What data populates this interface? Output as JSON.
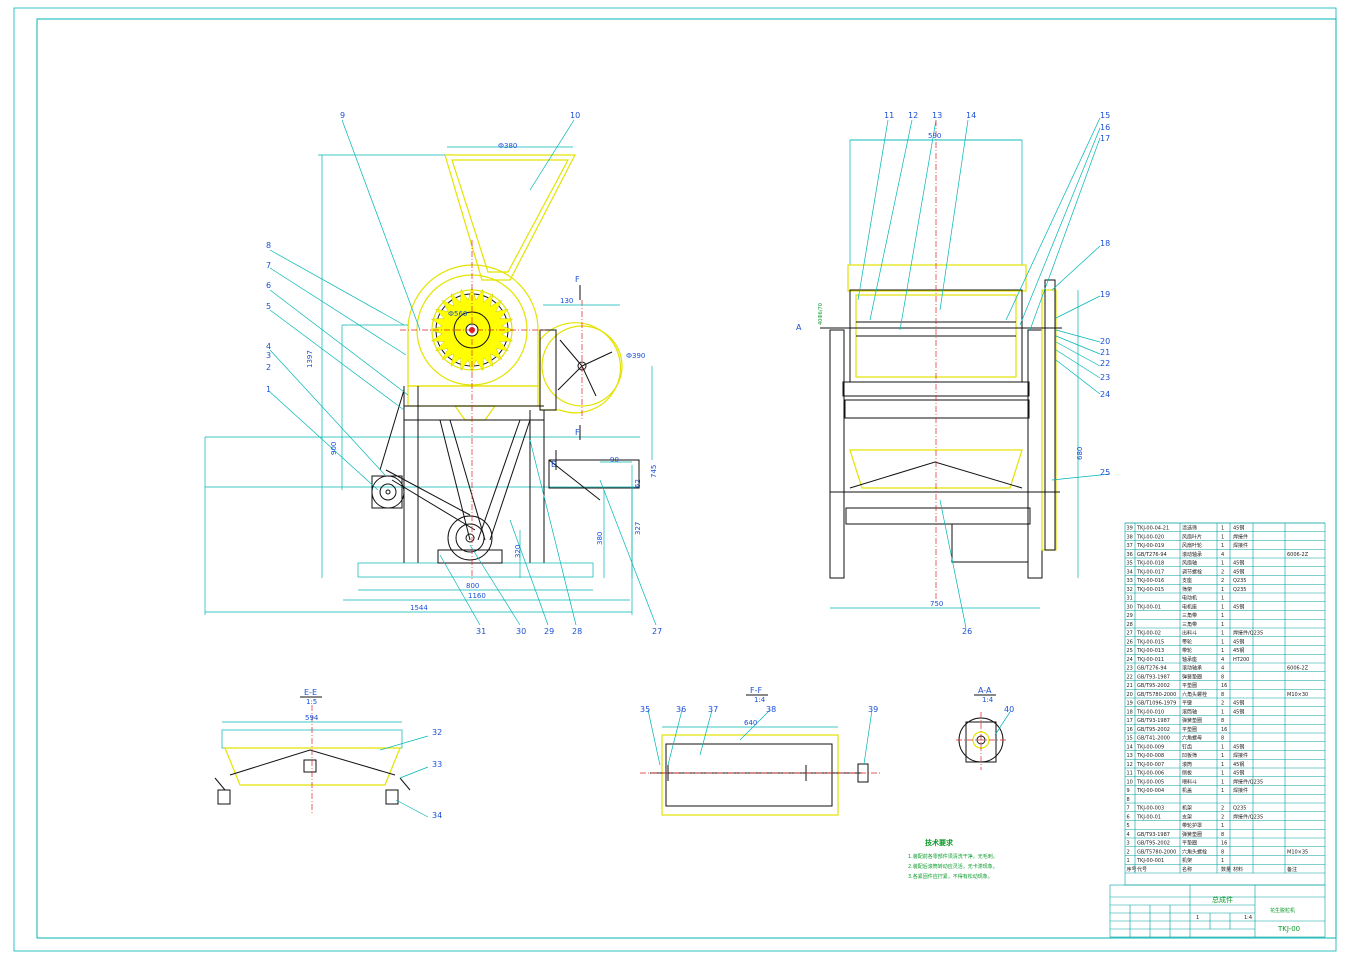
{
  "parts": {
    "main_left": [
      "1",
      "2",
      "3",
      "4",
      "5",
      "6",
      "7",
      "8",
      "9",
      "10"
    ],
    "main_bottom": [
      "31",
      "30",
      "29",
      "28",
      "27"
    ],
    "side_top": [
      "11",
      "12",
      "13",
      "14",
      "15",
      "16",
      "17"
    ],
    "side_right": [
      "18",
      "19",
      "20",
      "21",
      "22",
      "23",
      "24",
      "25"
    ],
    "side_bottom": "26",
    "section_e": [
      "32",
      "33",
      "34"
    ],
    "section_f": [
      "35",
      "36",
      "37",
      "38",
      "39"
    ],
    "section_a": "40"
  },
  "views": {
    "section_e_title": "E-E",
    "section_e_scale": "1:5",
    "section_f_title": "F-F",
    "section_f_scale": "1:4",
    "section_a_title": "A-A",
    "section_a_scale": "1:4",
    "arrow_a": "A",
    "arrow_f_top": "F",
    "arrow_f_bottom": "F",
    "arrow_e": "E"
  },
  "dims": {
    "hopper_width": "Ф380",
    "drum_dia": "Ф560",
    "fan_width": "130",
    "fan_dia": "Ф390",
    "overall_height": "1397",
    "side_height": "900",
    "base_width": "800",
    "base_mid": "1160",
    "base_total": "1544",
    "sieve_h": "90",
    "right_h1": "745",
    "right_h2": "380",
    "right_h3": "327",
    "right_h4": "62",
    "motor_h": "320",
    "side_top_w": "590",
    "side_bottom_w": "750",
    "side_right_h": "680",
    "side_left_note": "40Ф6/70",
    "section_e_w": "594",
    "section_f_w": "640"
  },
  "tech_requirements": {
    "title": "技术要求",
    "lines": [
      "1.装配前各零部件须清洗干净，无毛刺。",
      "2.装配后滚筒转动应灵活，无卡滞现象。",
      "3.各紧固件应拧紧，不得有松动现象。"
    ]
  },
  "bom": {
    "rows": [
      [
        "39",
        "TKJ-00-04-21",
        "清选筛",
        "1",
        "45钢",
        ""
      ],
      [
        "38",
        "TKJ-00-020",
        "风扇叶片",
        "1",
        "焊接件",
        ""
      ],
      [
        "37",
        "TKJ-00-019",
        "风扇叶轮",
        "1",
        "焊接件",
        ""
      ],
      [
        "36",
        "GB/T276-94",
        "滚动轴承",
        "4",
        "",
        "6006-2Z"
      ],
      [
        "35",
        "TKJ-00-018",
        "风扇轴",
        "1",
        "45钢",
        ""
      ],
      [
        "34",
        "TKJ-00-017",
        "调节螺栓",
        "2",
        "45钢",
        ""
      ],
      [
        "33",
        "TKJ-00-016",
        "支座",
        "2",
        "Q235",
        ""
      ],
      [
        "32",
        "TKJ-00-015",
        "筛架",
        "1",
        "Q235",
        ""
      ],
      [
        "31",
        "",
        "电动机",
        "1",
        "",
        ""
      ],
      [
        "30",
        "TKJ-00-01",
        "电机座",
        "1",
        "45钢",
        ""
      ],
      [
        "29",
        "",
        "三角带",
        "1",
        "",
        ""
      ],
      [
        "28",
        "",
        "三角带",
        "1",
        "",
        ""
      ],
      [
        "27",
        "TKJ-00-02",
        "出料斗",
        "1",
        "焊接件/Q235",
        ""
      ],
      [
        "26",
        "TKJ-00-015",
        "带轮",
        "1",
        "45钢",
        ""
      ],
      [
        "25",
        "TKJ-00-013",
        "带轮",
        "1",
        "45钢",
        ""
      ],
      [
        "24",
        "TKJ-00-011",
        "轴承座",
        "4",
        "HT200",
        ""
      ],
      [
        "23",
        "GB/T276-94",
        "滚动轴承",
        "4",
        "",
        "6006-2Z"
      ],
      [
        "22",
        "GB/T93-1987",
        "弹簧垫圈",
        "8",
        "",
        ""
      ],
      [
        "21",
        "GB/T95-2002",
        "平垫圈",
        "16",
        "",
        ""
      ],
      [
        "20",
        "GB/T5780-2000",
        "六角头螺栓",
        "8",
        "",
        "M10×30"
      ],
      [
        "19",
        "GB/T1096-1979",
        "平键",
        "2",
        "45钢",
        ""
      ],
      [
        "18",
        "TKJ-00-010",
        "滚筒轴",
        "1",
        "45钢",
        ""
      ],
      [
        "17",
        "GB/T93-1987",
        "弹簧垫圈",
        "8",
        "",
        ""
      ],
      [
        "16",
        "GB/T95-2002",
        "平垫圈",
        "16",
        "",
        ""
      ],
      [
        "15",
        "GB/T41-2000",
        "六角螺母",
        "8",
        "",
        ""
      ],
      [
        "14",
        "TKJ-00-009",
        "钉齿",
        "1",
        "45钢",
        ""
      ],
      [
        "13",
        "TKJ-00-008",
        "凹板筛",
        "1",
        "焊接件",
        ""
      ],
      [
        "12",
        "TKJ-00-007",
        "滚筒",
        "1",
        "45钢",
        ""
      ],
      [
        "11",
        "TKJ-00-006",
        "侧板",
        "1",
        "45钢",
        ""
      ],
      [
        "10",
        "TKJ-00-005",
        "喂料斗",
        "1",
        "焊接件/Q235",
        ""
      ],
      [
        "9",
        "TKJ-00-004",
        "机盖",
        "1",
        "焊接件",
        ""
      ],
      [
        "8",
        "",
        "",
        "",
        "",
        ""
      ],
      [
        "7",
        "TKJ-00-003",
        "机架",
        "2",
        "Q235",
        ""
      ],
      [
        "6",
        "TKJ-00-01",
        "支架",
        "2",
        "焊接件/Q235",
        ""
      ],
      [
        "5",
        "",
        "带轮护罩",
        "1",
        "",
        ""
      ],
      [
        "4",
        "GB/T93-1987",
        "弹簧垫圈",
        "8",
        "",
        ""
      ],
      [
        "3",
        "GB/T95-2002",
        "平垫圈",
        "16",
        "",
        ""
      ],
      [
        "2",
        "GB/T5780-2000",
        "六角头螺栓",
        "8",
        "",
        "M10×35"
      ],
      [
        "1",
        "TKJ-00-001",
        "机架",
        "1",
        "",
        ""
      ]
    ],
    "header": [
      "序号",
      "代号",
      "名称",
      "数量",
      "材料",
      "备注"
    ]
  },
  "title_block": {
    "name": "总成件",
    "drawing_title": "花生脱粒机",
    "drawing_no": "TKJ-00",
    "scale": "1:4",
    "sheet": "1"
  }
}
